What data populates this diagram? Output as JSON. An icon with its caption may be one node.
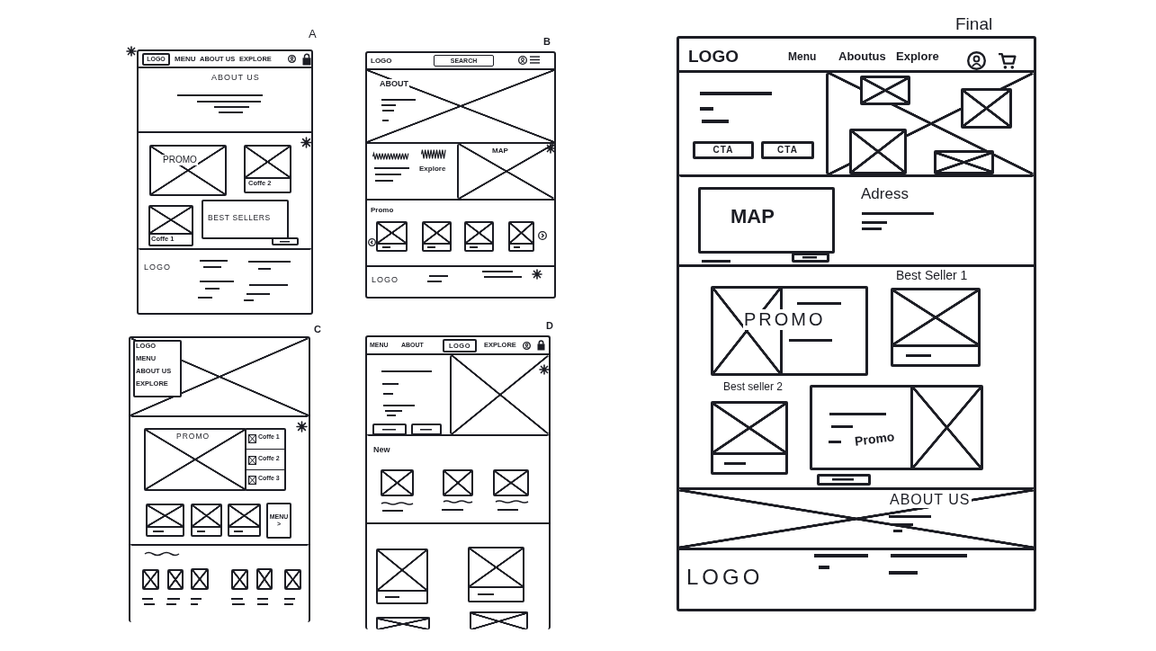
{
  "diagram": {
    "nodes": [
      {
        "text": [
          "A"
        ]
      },
      {
        "text": [
          "MENU",
          "ABOUT US",
          "EXPLORE"
        ],
        "in": 0
      },
      {
        "text": [
          "LOGO"
        ],
        "in": 1
      },
      {
        "text": [
          "ABOUT US"
        ],
        "in": 0
      },
      {
        "text": [],
        "shape": "box",
        "in": 0
      },
      {
        "text": [
          "PROMO"
        ],
        "in": 4
      },
      {
        "text": [
          "Coffe 2"
        ],
        "in": 4
      },
      {
        "text": [
          "Coffe 1"
        ],
        "in": 4
      },
      {
        "text": [
          "BEST SELLERS"
        ],
        "in": 4
      },
      {
        "text": [],
        "shape": "box",
        "in": 4
      },
      {
        "text": [
          "LOGO"
        ],
        "in": 0
      },
      {
        "text": [
          "B"
        ]
      },
      {
        "text": [
          "LOGO"
        ],
        "in": 11
      },
      {
        "text": [
          "SEARCH"
        ],
        "in": 12
      },
      {
        "text": [
          "ABOUT"
        ],
        "in": 11
      },
      {
        "text": [
          "Explore"
        ],
        "in": 11
      },
      {
        "text": [
          "MAP"
        ],
        "in": 15
      },
      {
        "text": [
          "Promo"
        ],
        "in": 11
      },
      {
        "text": [],
        "shape": "box",
        "in": 17
      },
      {
        "text": [],
        "shape": "box",
        "in": 17
      },
      {
        "text": [],
        "shape": "box",
        "in": 17
      },
      {
        "text": [],
        "shape": "box",
        "in": 17
      },
      {
        "text": [
          "LOGO"
        ],
        "in": 11
      },
      {
        "text": [
          "C"
        ]
      },
      {
        "text": [],
        "shape": "box",
        "in": 23
      },
      {
        "text": [
          "LOGO",
          "MENU",
          "ABOUT US",
          "EXPLORE"
        ],
        "in": 24
      },
      {
        "text": [],
        "shape": "box",
        "in": 23
      },
      {
        "text": [
          "PROMO"
        ],
        "in": 26
      },
      {
        "text": [],
        "shape": "box",
        "in": 26
      },
      {
        "text": [
          "Coffe 1"
        ],
        "in": 28
      },
      {
        "text": [
          "Coffe 2"
        ],
        "in": 28
      },
      {
        "text": [
          "Coffe 3"
        ],
        "in": 28
      },
      {
        "text": [],
        "shape": "box",
        "in": 26
      },
      {
        "text": [],
        "shape": "box",
        "in": 26
      },
      {
        "text": [],
        "shape": "box",
        "in": 26
      },
      {
        "text": [
          "MENU >"
        ],
        "in": 26
      },
      {
        "text": [],
        "shape": "box",
        "in": 23
      },
      {
        "text": [],
        "shape": "box",
        "in": 36
      },
      {
        "text": [],
        "shape": "box",
        "in": 36
      },
      {
        "text": [],
        "shape": "box",
        "in": 36
      },
      {
        "text": [],
        "shape": "box",
        "in": 36
      },
      {
        "text": [],
        "shape": "box",
        "in": 36
      },
      {
        "text": [],
        "shape": "box",
        "in": 36
      },
      {
        "text": [
          "D"
        ]
      },
      {
        "text": [
          "MENU",
          "ABOUT",
          "EXPLORE"
        ],
        "in": 43
      },
      {
        "text": [
          "LOGO"
        ],
        "in": 44
      },
      {
        "text": [],
        "shape": "box",
        "in": 43
      },
      {
        "text": [],
        "shape": "box",
        "in": 46
      },
      {
        "text": [],
        "shape": "box",
        "in": 46
      },
      {
        "text": [],
        "shape": "box",
        "in": 46
      },
      {
        "text": [
          "New"
        ],
        "in": 43
      },
      {
        "text": [],
        "shape": "box",
        "in": 50
      },
      {
        "text": [],
        "shape": "box",
        "in": 50
      },
      {
        "text": [],
        "shape": "box",
        "in": 50
      },
      {
        "text": [],
        "shape": "box",
        "in": 43
      },
      {
        "text": [],
        "shape": "box",
        "in": 54
      },
      {
        "text": [],
        "shape": "box",
        "in": 54
      },
      {
        "text": [],
        "shape": "box",
        "in": 54
      },
      {
        "text": [],
        "shape": "box",
        "in": 54
      },
      {
        "text": [
          "Final"
        ]
      },
      {
        "text": [
          "LOGO",
          "Menu",
          "Aboutus",
          "Explore"
        ],
        "in": 59
      },
      {
        "text": [],
        "shape": "box",
        "in": 59
      },
      {
        "text": [
          "CTA"
        ],
        "in": 61
      },
      {
        "text": [
          "CTA"
        ],
        "in": 61
      },
      {
        "text": [],
        "shape": "box",
        "in": 61
      },
      {
        "text": [],
        "shape": "box",
        "in": 64
      },
      {
        "text": [],
        "shape": "box",
        "in": 64
      },
      {
        "text": [],
        "shape": "box",
        "in": 64
      },
      {
        "text": [],
        "shape": "box",
        "in": 64
      },
      {
        "text": [
          "Adress"
        ],
        "in": 59
      },
      {
        "text": [
          "MAP"
        ],
        "in": 69
      },
      {
        "text": [],
        "shape": "box",
        "in": 69
      },
      {
        "text": [],
        "shape": "box",
        "in": 59
      },
      {
        "text": [
          "PROMO"
        ],
        "in": 72
      },
      {
        "text": [
          "Best Seller 1"
        ],
        "in": 72
      },
      {
        "text": [
          "Best seller 2"
        ],
        "in": 72
      },
      {
        "text": [
          "Promo"
        ],
        "in": 72
      },
      {
        "text": [],
        "shape": "box",
        "in": 72
      },
      {
        "text": [
          "ABOUT US"
        ],
        "in": 59
      },
      {
        "text": [
          "LOGO"
        ],
        "in": 59
      }
    ]
  }
}
